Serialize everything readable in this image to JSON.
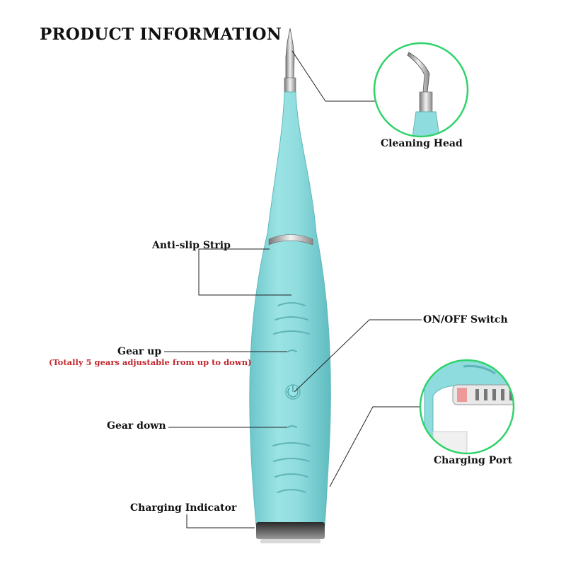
{
  "title": "PRODUCT INFORMATION",
  "labels": {
    "cleaning_head": "Cleaning Head",
    "anti_slip": "Anti-slip Strip",
    "gear_up": "Gear up",
    "gear_note": "(Totally 5 gears adjustable from up to down)",
    "on_off": "ON/OFF Switch",
    "gear_down": "Gear down",
    "charging_port": "Charging Port",
    "charging_indicator": "Charging Indicator"
  },
  "colors": {
    "body": "#8fdcde",
    "body_shade": "#6cc6c9",
    "callout_ring": "#2fd36a",
    "note_text": "#c0282e"
  },
  "icons": {
    "power_button": "power-icon"
  }
}
